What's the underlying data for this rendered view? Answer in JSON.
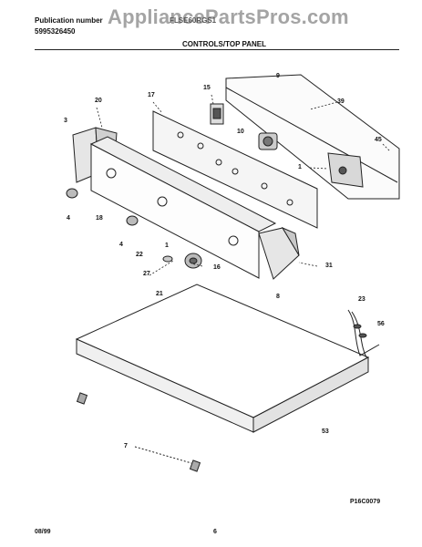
{
  "header": {
    "pub_label": "Publication number",
    "pub_number": "5995326450",
    "model_partial": "FLSE60RGS1",
    "section_title": "CONTROLS/TOP PANEL",
    "watermark": "AppliancePartsPros.com"
  },
  "callouts": [
    "9",
    "15",
    "17",
    "20",
    "39",
    "3",
    "10",
    "45",
    "1",
    "4",
    "18",
    "4",
    "22",
    "1",
    "31",
    "27",
    "16",
    "21",
    "8",
    "23",
    "56",
    "53",
    "7"
  ],
  "footer": {
    "diagram_code": "P16C0079",
    "date": "08/99",
    "page": "6"
  }
}
